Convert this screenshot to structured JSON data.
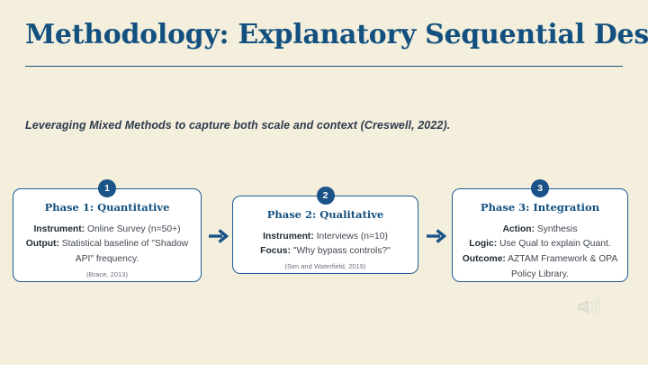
{
  "slide": {
    "background_color": "#f4efdc",
    "accent_color": "#13507f",
    "title": "Methodology: Explanatory Sequential Design",
    "subtitle": "Leveraging Mixed Methods to capture both scale and context (Creswell, 2022)."
  },
  "phases": [
    {
      "badge": "1",
      "heading": "Phase 1: Quantitative",
      "lines": [
        {
          "label": "Instrument:",
          "value": " Online Survey (n=50+)"
        },
        {
          "label": "Output:",
          "value": " Statistical baseline of \"Shadow API\" frequency."
        }
      ],
      "citation": "(Brace, 2013)"
    },
    {
      "badge": "2",
      "heading": "Phase 2: Qualitative",
      "lines": [
        {
          "label": "Instrument:",
          "value": " Interviews (n=10)"
        },
        {
          "label": "Focus:",
          "value": " \"Why bypass controls?\""
        }
      ],
      "citation": "(Sim and Waterfield, 2019)"
    },
    {
      "badge": "3",
      "heading": "Phase 3: Integration",
      "lines": [
        {
          "label": "Action:",
          "value": " Synthesis"
        },
        {
          "label": "Logic:",
          "value": " Use Qual to explain Quant."
        },
        {
          "label": "Outcome:",
          "value": " AZTAM Framework & OPA Policy Library."
        }
      ],
      "citation": ""
    }
  ],
  "connectors": [
    {
      "name": "arrow-right-icon",
      "color": "#1a5387"
    },
    {
      "name": "arrow-right-icon",
      "color": "#1a5387"
    }
  ],
  "media": {
    "audio_icon": "speaker-icon",
    "audio_icon_color": "#e6e3d6"
  }
}
